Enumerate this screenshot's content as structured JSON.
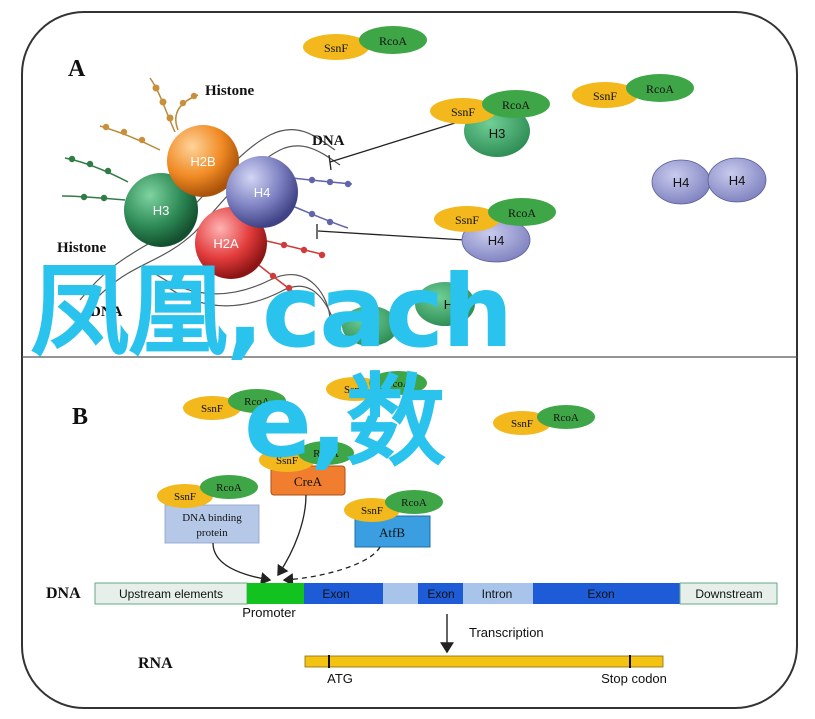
{
  "panel_a": {
    "label": "A",
    "histone_top": "Histone",
    "histone_left": "Histone",
    "dna_top": "DNA",
    "dna_bottom": "DNA",
    "nucleosome": {
      "h2b": "H2B",
      "h3": "H3",
      "h4": "H4",
      "h2a": "H2A"
    },
    "complex_1": {
      "ssnf": "SsnF",
      "rcoa": "RcoA"
    },
    "complex_2": {
      "ssnf": "SsnF",
      "rcoa": "RcoA",
      "histone": "H3"
    },
    "complex_3": {
      "ssnf": "SsnF",
      "rcoa": "RcoA"
    },
    "complex_4": {
      "ssnf": "SsnF",
      "rcoa": "RcoA",
      "histone": "H4"
    },
    "free_h4_left": "H4",
    "free_h4_right": "H4",
    "partial_h3": "H3"
  },
  "panel_b": {
    "label": "B",
    "complex_1": {
      "ssnf": "SsnF",
      "rcoa": "RcoA"
    },
    "complex_2": {
      "ssnf": "SsnF",
      "rcoa": "RcoA"
    },
    "complex_3": {
      "ssnf": "SsnF",
      "rcoa": "RcoA"
    },
    "complex_crea": {
      "ssnf": "SsnF",
      "rcoa": "RcoA",
      "box": "CreA"
    },
    "complex_dna_binding": {
      "ssnf": "SsnF",
      "rcoa": "RcoA",
      "box_line1": "DNA binding",
      "box_line2": "protein"
    },
    "complex_atfb": {
      "ssnf": "SsnF",
      "rcoa": "RcoA",
      "box": "AtfB"
    },
    "dna_label": "DNA",
    "segments": {
      "upstream": "Upstream elements",
      "exon1": "Exon",
      "exon2": "Exon",
      "intron": "Intron",
      "exon3": "Exon",
      "downstream": "Downstream"
    },
    "promoter": "Promoter",
    "transcription": "Transcription",
    "rna_label": "RNA",
    "atg": "ATG",
    "stop_codon": "Stop codon"
  },
  "watermark": {
    "line1": "凤凰,cach",
    "line2": "e,数"
  },
  "colors": {
    "ssnf": "#f2b81c",
    "rcoa": "#3fa647",
    "h3": "#2e8b57",
    "h2b": "#f08a24",
    "h4": "#7b7fc0",
    "h2a": "#e23b3b",
    "crea": "#f07e2e",
    "atfb": "#3a9ee0",
    "dna_binding": "#b6c8e8",
    "exon": "#1e5bd6",
    "promoter": "#12c21f",
    "rna": "#f4c312",
    "watermark": "#29c3ee"
  }
}
